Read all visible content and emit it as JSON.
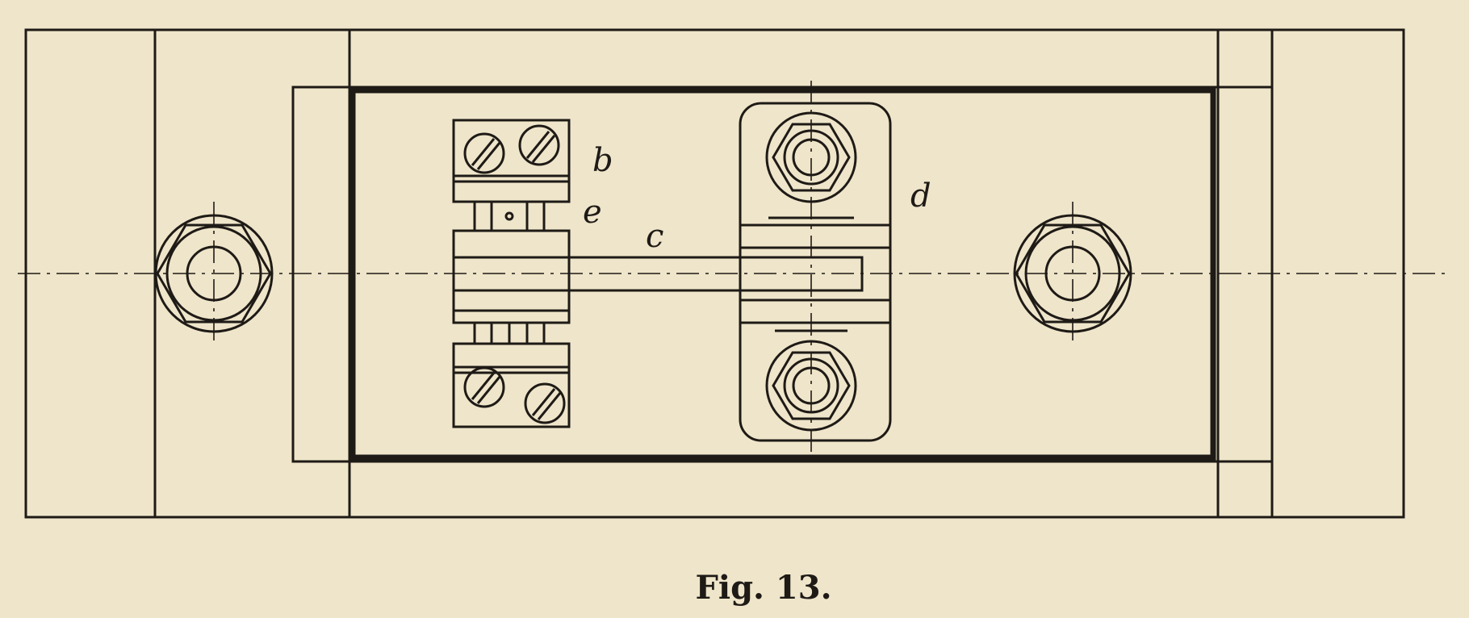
{
  "figure": {
    "caption": "Fig. 13.",
    "labels": {
      "b": "b",
      "c": "c",
      "d": "d",
      "e": "e"
    }
  },
  "colors": {
    "paper": "#efe5ca",
    "ink": "#1e1a16"
  }
}
